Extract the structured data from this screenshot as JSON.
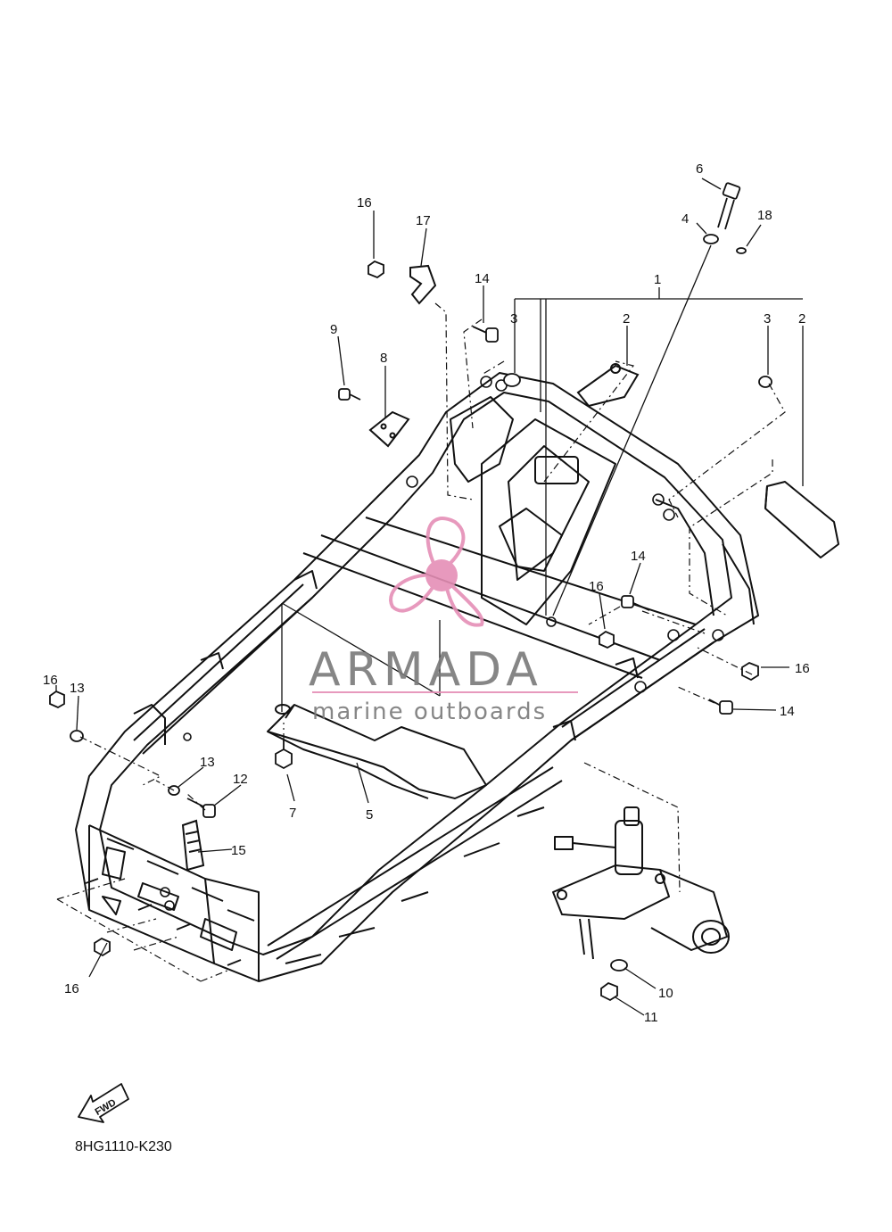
{
  "diagram": {
    "callouts": [
      {
        "id": "c6",
        "text": "6"
      },
      {
        "id": "c4",
        "text": "4"
      },
      {
        "id": "c18",
        "text": "18"
      },
      {
        "id": "c1",
        "text": "1"
      },
      {
        "id": "c3a",
        "text": "3"
      },
      {
        "id": "c2a",
        "text": "2"
      },
      {
        "id": "c3b",
        "text": "3"
      },
      {
        "id": "c2b",
        "text": "2"
      },
      {
        "id": "c16a",
        "text": "16"
      },
      {
        "id": "c17",
        "text": "17"
      },
      {
        "id": "c14a",
        "text": "14"
      },
      {
        "id": "c9",
        "text": "9"
      },
      {
        "id": "c8",
        "text": "8"
      },
      {
        "id": "c14b",
        "text": "14"
      },
      {
        "id": "c16b",
        "text": "16"
      },
      {
        "id": "c16c",
        "text": "16"
      },
      {
        "id": "c14c",
        "text": "14"
      },
      {
        "id": "c16d",
        "text": "16"
      },
      {
        "id": "c13a",
        "text": "13"
      },
      {
        "id": "c13b",
        "text": "13"
      },
      {
        "id": "c12",
        "text": "12"
      },
      {
        "id": "c7",
        "text": "7"
      },
      {
        "id": "c5",
        "text": "5"
      },
      {
        "id": "c15",
        "text": "15"
      },
      {
        "id": "c16e",
        "text": "16"
      },
      {
        "id": "c10",
        "text": "10"
      },
      {
        "id": "c11",
        "text": "11"
      }
    ],
    "fwd_label": "FWD",
    "part_code": "8HG1110-K230"
  },
  "watermark": {
    "title": "ARMADA",
    "subtitle": "marine outboards",
    "title_color": "#7a7a7a",
    "accent_color": "#e58fb6"
  }
}
